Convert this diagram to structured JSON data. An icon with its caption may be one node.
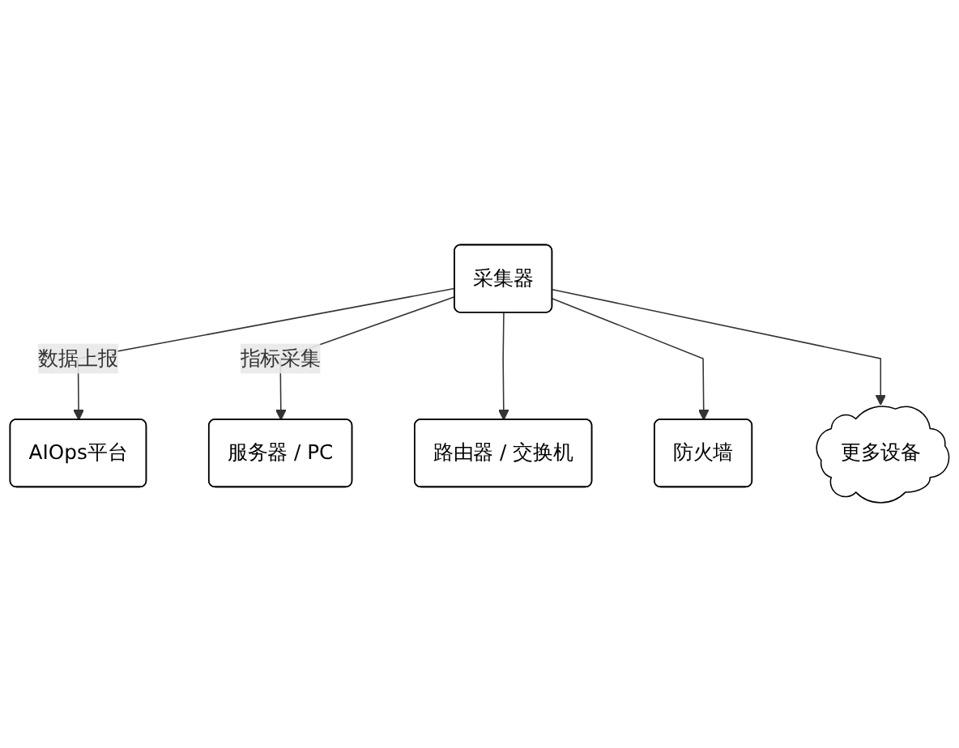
{
  "diagram": {
    "nodes": [
      {
        "text": [
          "AIOps平台"
        ]
      },
      {
        "text": [
          "采集器"
        ]
      },
      {
        "text": [
          "服务器 / PC"
        ]
      },
      {
        "text": [
          "路由器 / 交换机"
        ]
      },
      {
        "text": [
          "防火墙"
        ]
      },
      {
        "text": [
          "更多设备"
        ]
      }
    ],
    "edges": [
      {
        "from": 1,
        "to": 0,
        "arrow": "to",
        "label": "数据上报"
      },
      {
        "from": 1,
        "to": 2,
        "arrow": "to",
        "label": "指标采集"
      },
      {
        "from": 1,
        "to": 3,
        "arrow": "to"
      },
      {
        "from": 1,
        "to": 4,
        "arrow": "to"
      },
      {
        "from": 1,
        "to": 5,
        "arrow": "to"
      }
    ]
  }
}
